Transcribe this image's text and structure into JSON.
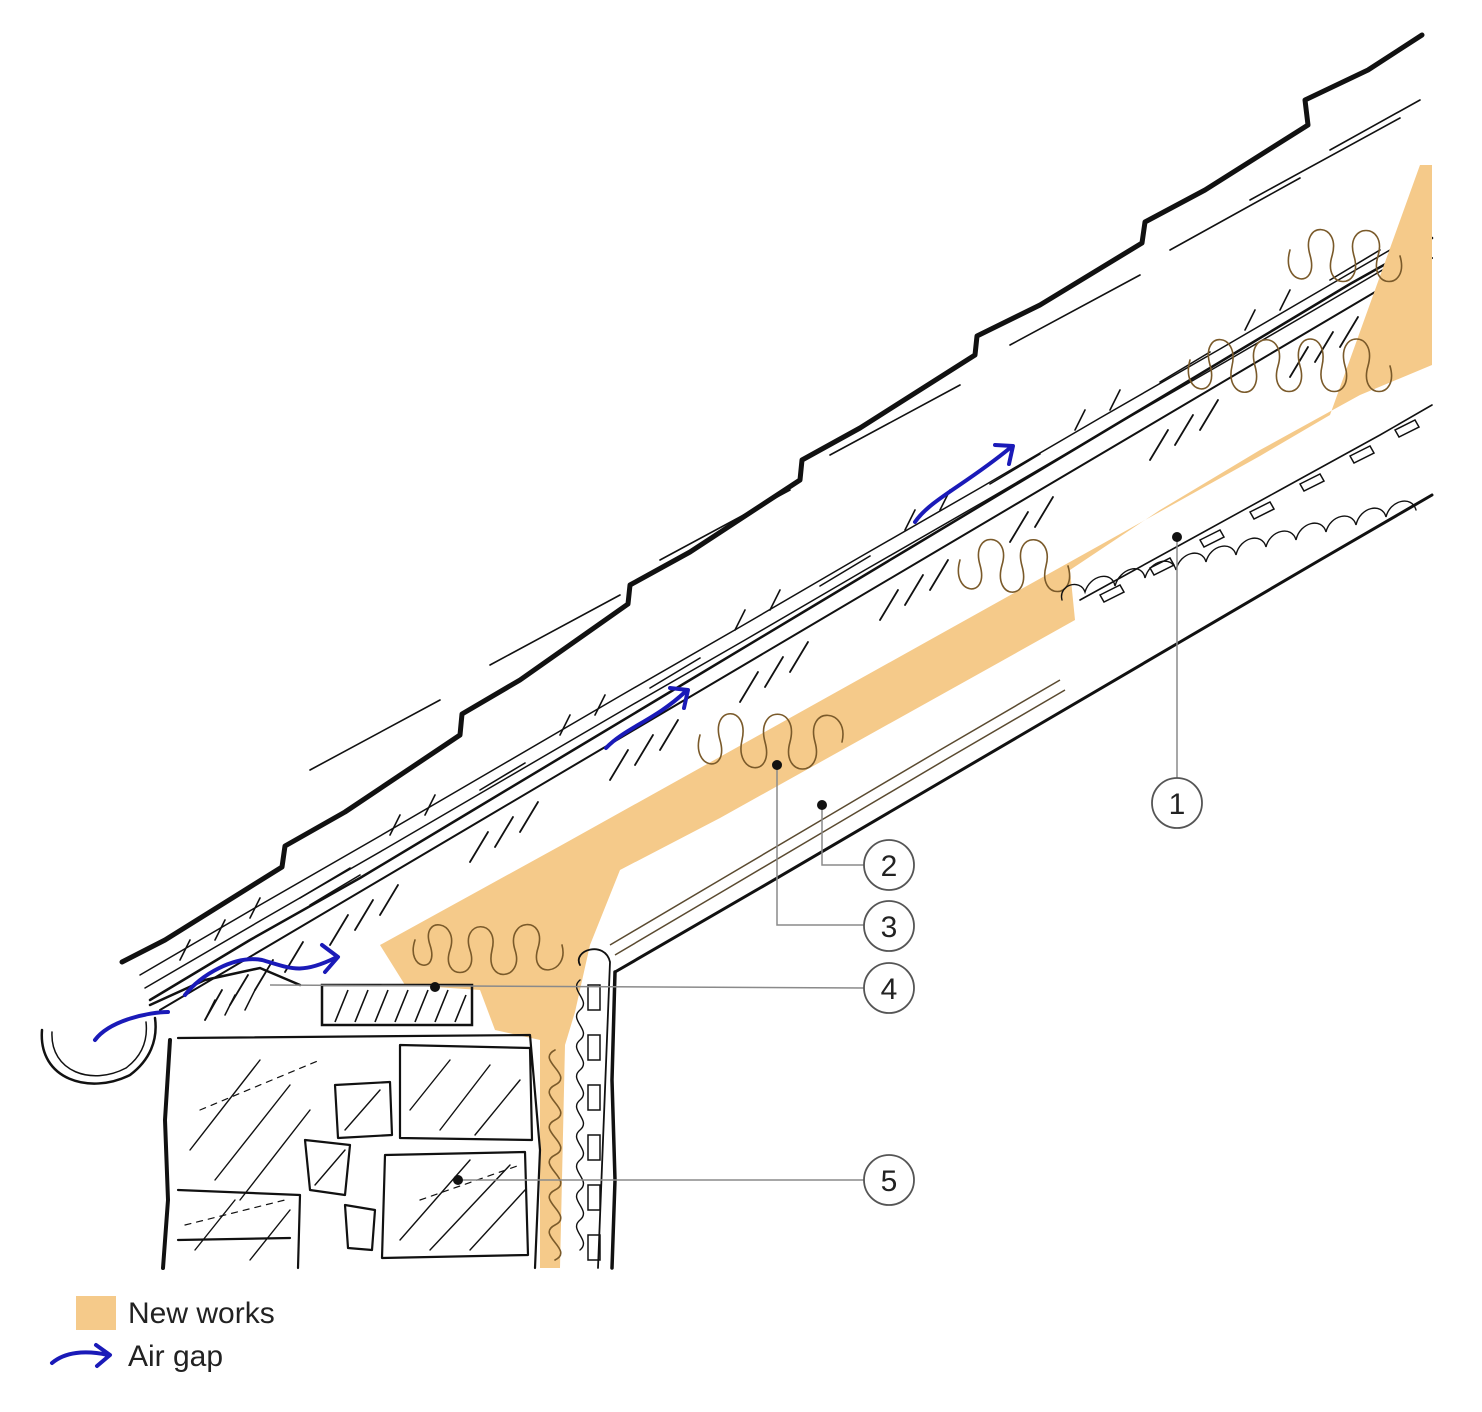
{
  "colors": {
    "new_works": "#F5CA8A",
    "insulation_line": "#B8833C",
    "air_gap_arrow": "#1A1AB8",
    "ink": "#111111",
    "leader": "#8A8A8A"
  },
  "callouts": [
    {
      "id": "callout-1",
      "label": "1"
    },
    {
      "id": "callout-2",
      "label": "2"
    },
    {
      "id": "callout-3",
      "label": "3"
    },
    {
      "id": "callout-4",
      "label": "4"
    },
    {
      "id": "callout-5",
      "label": "5"
    }
  ],
  "legend": {
    "new_works": {
      "label": "New works",
      "icon": "swatch-icon"
    },
    "air_gap": {
      "label": "Air gap",
      "icon": "arrow-icon"
    }
  }
}
